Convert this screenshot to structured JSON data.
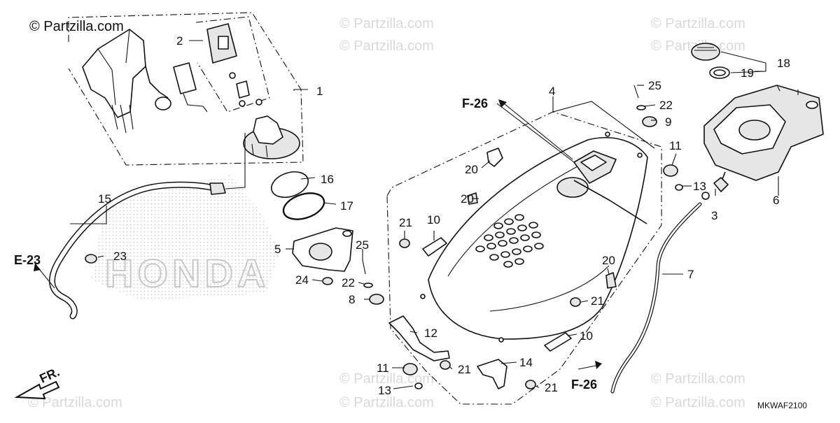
{
  "watermarks": {
    "copyright": "© Partzilla.com",
    "repeat": "© Partzilla.com"
  },
  "brand_watermark": "HONDA",
  "diagram_code": "MKWAF2100",
  "direction_label": "FR.",
  "refs": {
    "f26_top": "F-26",
    "f26_bottom": "F-26",
    "e23": "E-23"
  },
  "callouts": [
    "1",
    "2",
    "3",
    "4",
    "5",
    "6",
    "7",
    "8",
    "9",
    "10",
    "10",
    "11",
    "11",
    "12",
    "13",
    "13",
    "14",
    "15",
    "16",
    "17",
    "18",
    "19",
    "20",
    "20",
    "20",
    "21",
    "21",
    "21",
    "21",
    "22",
    "22",
    "23",
    "24",
    "25",
    "25"
  ]
}
